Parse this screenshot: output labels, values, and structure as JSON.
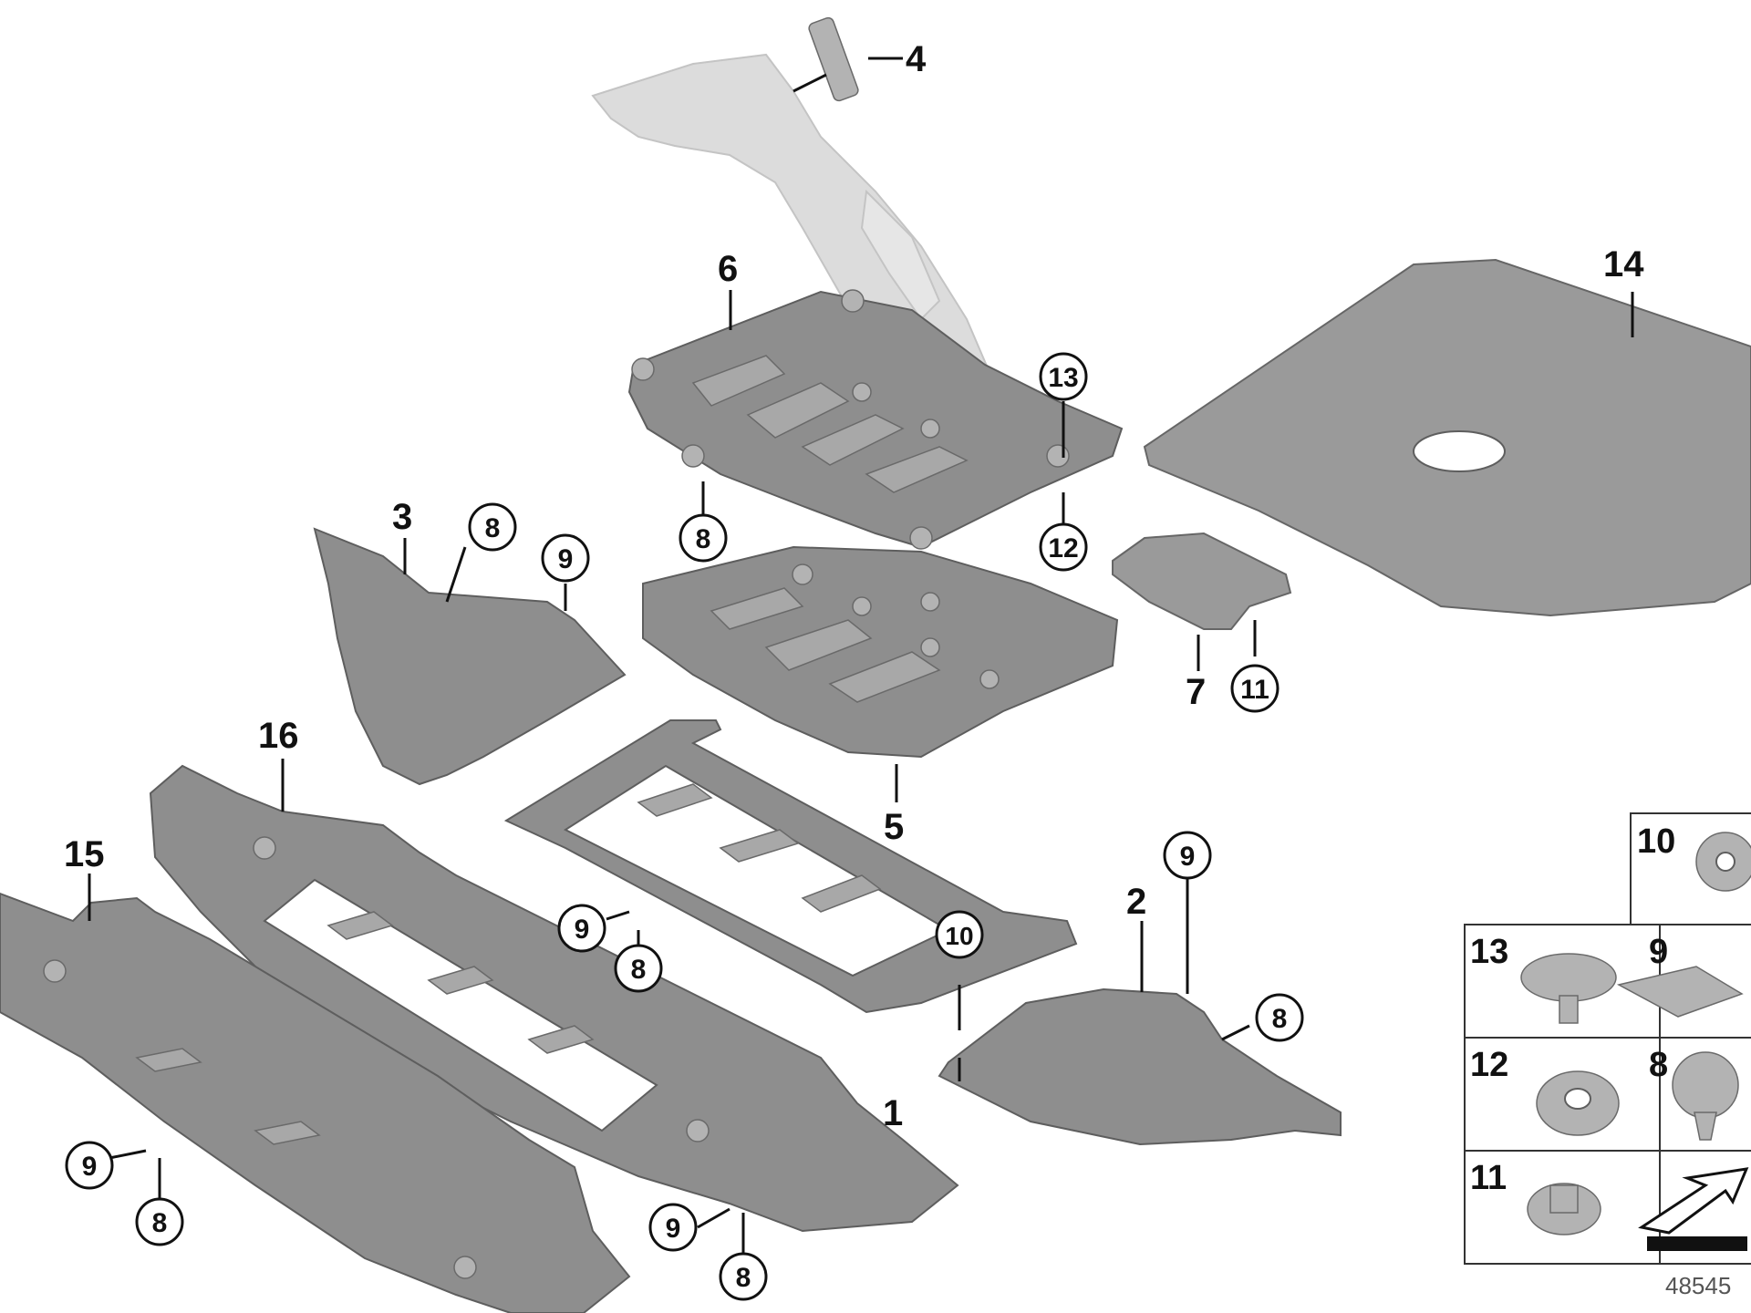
{
  "callouts": {
    "c1": "1",
    "c2": "2",
    "c3": "3",
    "c4": "4",
    "c5": "5",
    "c6": "6",
    "c7": "7",
    "c14": "14",
    "c15": "15",
    "c16": "16",
    "r8a": "8",
    "r8b": "8",
    "r8c": "8",
    "r8d": "8",
    "r8e": "8",
    "r8f": "8",
    "r9a": "9",
    "r9b": "9",
    "r9c": "9",
    "r9d": "9",
    "r9e": "9",
    "r10": "10",
    "r11": "11",
    "r12": "12",
    "r13": "13"
  },
  "legend": {
    "l10": "10",
    "l13": "13",
    "l9": "9",
    "l12": "12",
    "l8": "8",
    "l11": "11"
  },
  "doc_number": "48545",
  "colors": {
    "part": "#8e8e8e",
    "ghost": "#dcdcdc",
    "line": "#111111"
  }
}
